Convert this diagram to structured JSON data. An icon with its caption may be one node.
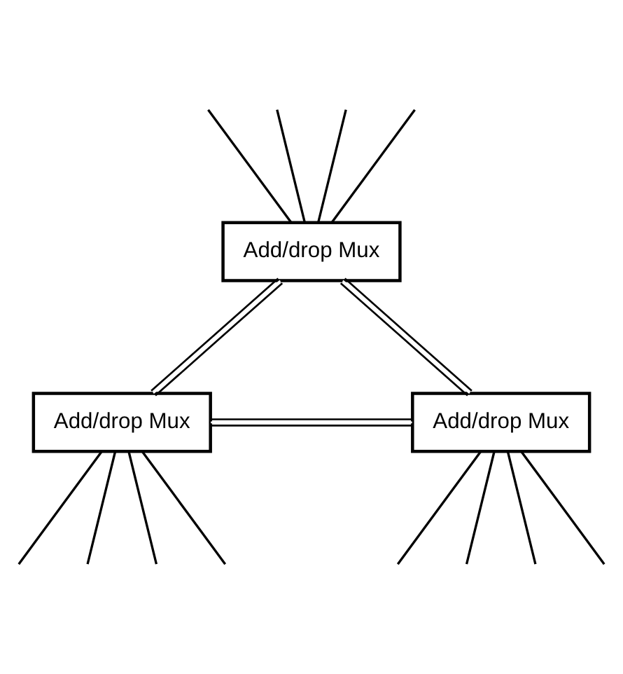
{
  "diagram": {
    "nodes": [
      {
        "text": [
          "Add/drop Mux"
        ]
      },
      {
        "text": [
          "Add/drop Mux"
        ]
      },
      {
        "text": [
          "Add/drop Mux"
        ]
      }
    ],
    "edges": [
      {
        "from": 0,
        "to": 1,
        "arrow": "none"
      },
      {
        "from": 0,
        "to": 2,
        "arrow": "none"
      },
      {
        "from": 1,
        "to": 2,
        "arrow": "none"
      },
      {
        "from": null,
        "to": 0,
        "arrow": "none"
      },
      {
        "from": null,
        "to": 0,
        "arrow": "none"
      },
      {
        "from": null,
        "to": 0,
        "arrow": "none"
      },
      {
        "from": null,
        "to": 0,
        "arrow": "none"
      },
      {
        "from": 1,
        "to": null,
        "arrow": "none"
      },
      {
        "from": 1,
        "to": null,
        "arrow": "none"
      },
      {
        "from": 1,
        "to": null,
        "arrow": "none"
      },
      {
        "from": 1,
        "to": null,
        "arrow": "none"
      },
      {
        "from": 2,
        "to": null,
        "arrow": "none"
      },
      {
        "from": 2,
        "to": null,
        "arrow": "none"
      },
      {
        "from": 2,
        "to": null,
        "arrow": "none"
      },
      {
        "from": 2,
        "to": null,
        "arrow": "none"
      }
    ]
  }
}
